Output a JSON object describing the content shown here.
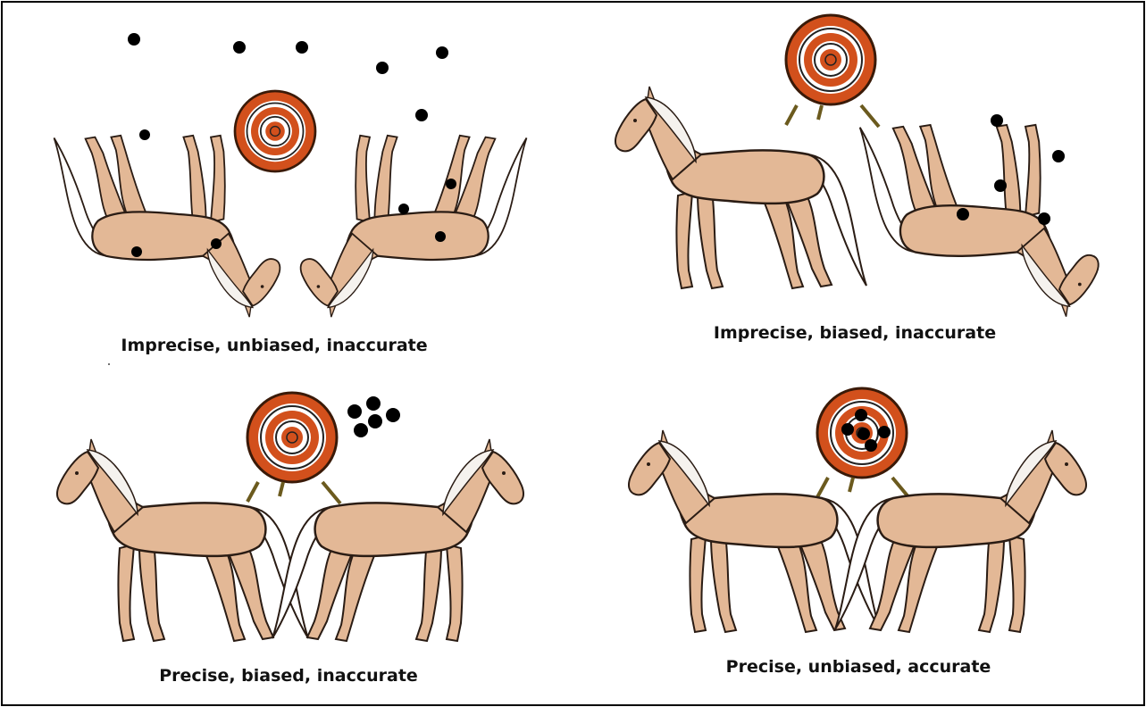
{
  "panels": [
    {
      "id": "top-left",
      "caption": "Imprecise, unbiased, inaccurate"
    },
    {
      "id": "top-right",
      "caption": "Imprecise, biased, inaccurate"
    },
    {
      "id": "bottom-left",
      "caption": "Precise, biased, inaccurate"
    },
    {
      "id": "bottom-right",
      "caption": "Precise, unbiased, accurate"
    }
  ],
  "colors": {
    "horse_coat": "#e3b896",
    "horse_outline": "#2a1c14",
    "mane": "#f5f2ee",
    "target_orange": "#d2501c",
    "target_white": "#ffffff",
    "shot": "#000000",
    "stand": "#6b5a1e"
  }
}
